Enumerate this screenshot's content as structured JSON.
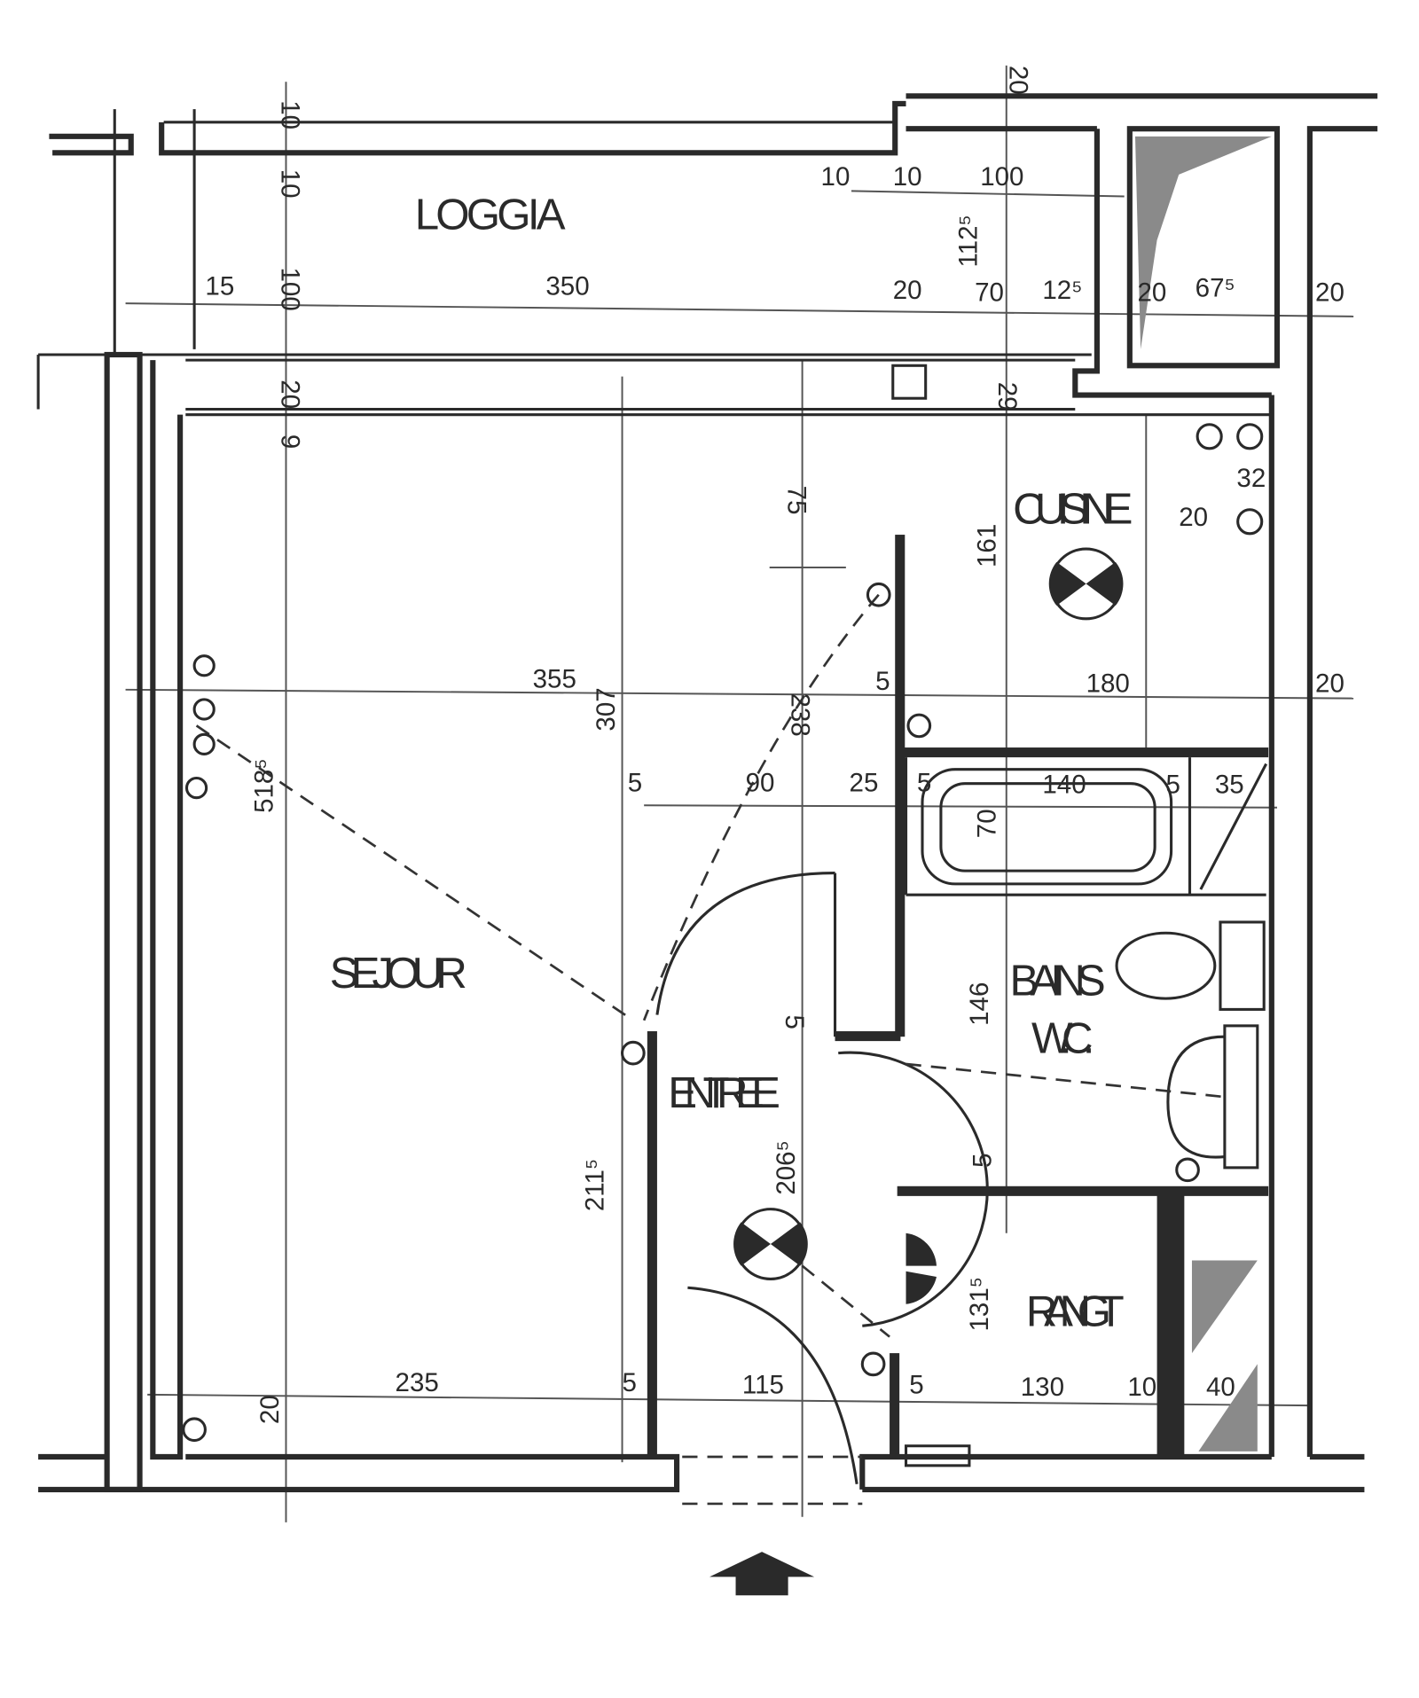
{
  "plan": {
    "rooms": {
      "loggia": "LOGGIA",
      "cuisine": "CUISINE",
      "sejour": "SEJOUR",
      "entree": "ENTREE",
      "bains": "BAINS",
      "wc": "W.C.",
      "rangement": "RANGT"
    },
    "dimensions": [
      "10",
      "10",
      "100",
      "20",
      "9",
      "20",
      "112⁵",
      "29",
      "75",
      "161",
      "307",
      "238",
      "518⁵",
      "70",
      "5",
      "146",
      "206⁵",
      "211⁵",
      "5",
      "131⁵",
      "20",
      "15",
      "350",
      "10",
      "10",
      "100",
      "20",
      "70",
      "12⁵",
      "20",
      "67⁵",
      "20",
      "355",
      "5",
      "180",
      "20",
      "5",
      "90",
      "25",
      "5",
      "140",
      "5",
      "35",
      "235",
      "5",
      "115",
      "5",
      "130",
      "10",
      "40",
      "32",
      "20"
    ],
    "entrance_arrow": "entrance-arrow-icon"
  }
}
